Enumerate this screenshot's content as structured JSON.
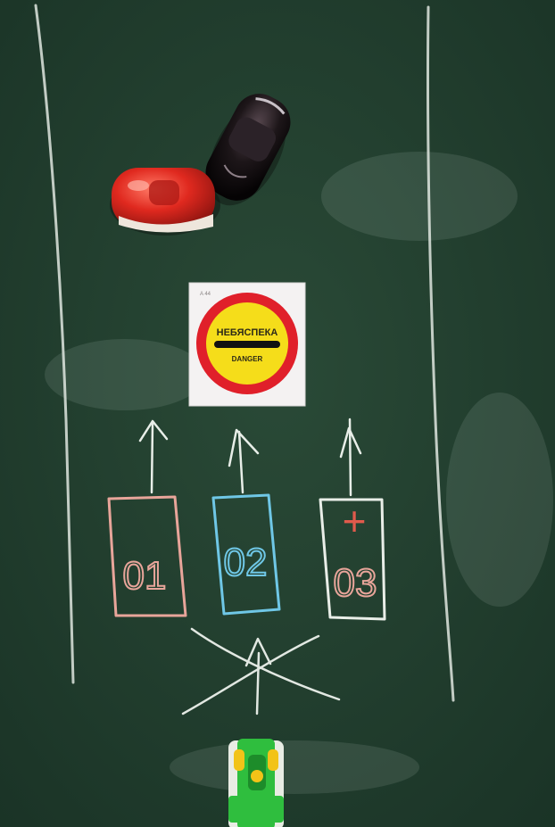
{
  "scene": "chalkboard traffic lesson",
  "colors": {
    "board": "#22402f",
    "chalk_white": "#e9eee8",
    "chalk_pink": "#e8a59a",
    "chalk_blue": "#6fc7e6",
    "chalk_red": "#e05a4c",
    "sign_red": "#e0202a",
    "sign_yellow": "#f5dd1a"
  },
  "sign": {
    "corner_text": "A 44",
    "word_top": "НЕБЯСПЕКА",
    "word_bottom": "DANGER"
  },
  "lanes": [
    {
      "label": "01",
      "color": "pink"
    },
    {
      "label": "02",
      "color": "blue"
    },
    {
      "label": "03",
      "color": "white",
      "symbol": "+"
    }
  ],
  "toys": [
    "red-toy-car",
    "black-toy-car",
    "green-toy-race-car"
  ]
}
